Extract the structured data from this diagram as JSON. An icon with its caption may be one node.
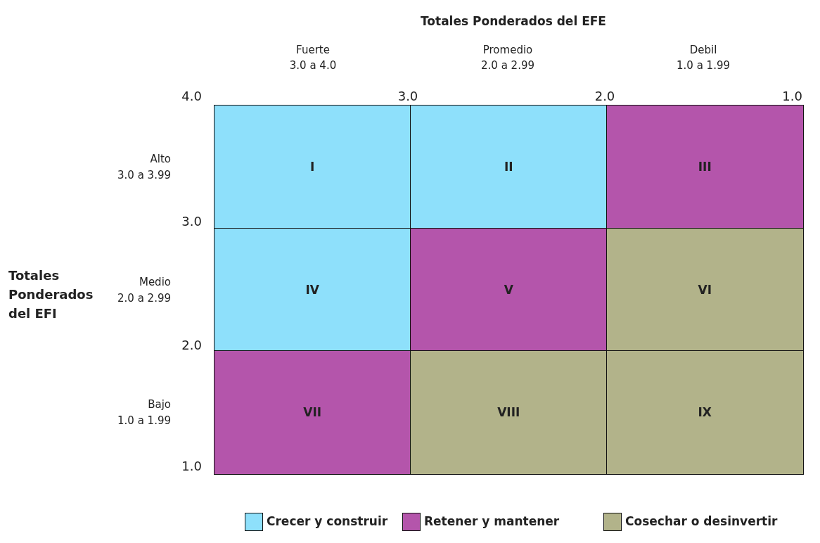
{
  "diagram": {
    "nodes": [
      {
        "text": [
          "I"
        ]
      },
      {
        "text": [
          "II"
        ]
      },
      {
        "text": [
          "III"
        ]
      },
      {
        "text": [
          "IV"
        ]
      },
      {
        "text": [
          "V"
        ]
      },
      {
        "text": [
          "VI"
        ]
      },
      {
        "text": [
          "VII"
        ]
      },
      {
        "text": [
          "VIII"
        ]
      },
      {
        "text": [
          "IX"
        ]
      }
    ],
    "labels": [
      "Totales Ponderados del EFE",
      "Fuerte",
      "3.0 a 4.0",
      "Promedio",
      "2.0 a 2.99",
      "Debil",
      "1.0 a 1.99",
      "4.0",
      "3.0",
      "2.0",
      "1.0",
      "Alto",
      "3.0 a 3.99",
      "Totales Ponderados del EFI",
      "Medio",
      "2.0 a 2.99",
      "Bajo",
      "1.0 a 1.99",
      "3.0",
      "2.0",
      "1.0"
    ],
    "legend": [
      {
        "text": "Crecer y construir",
        "color": "#8ee0fb"
      },
      {
        "text": "Retener y mantener",
        "color": "#b455ab"
      },
      {
        "text": "Cosechar o desinvertir",
        "color": "#b2b38a"
      }
    ]
  }
}
